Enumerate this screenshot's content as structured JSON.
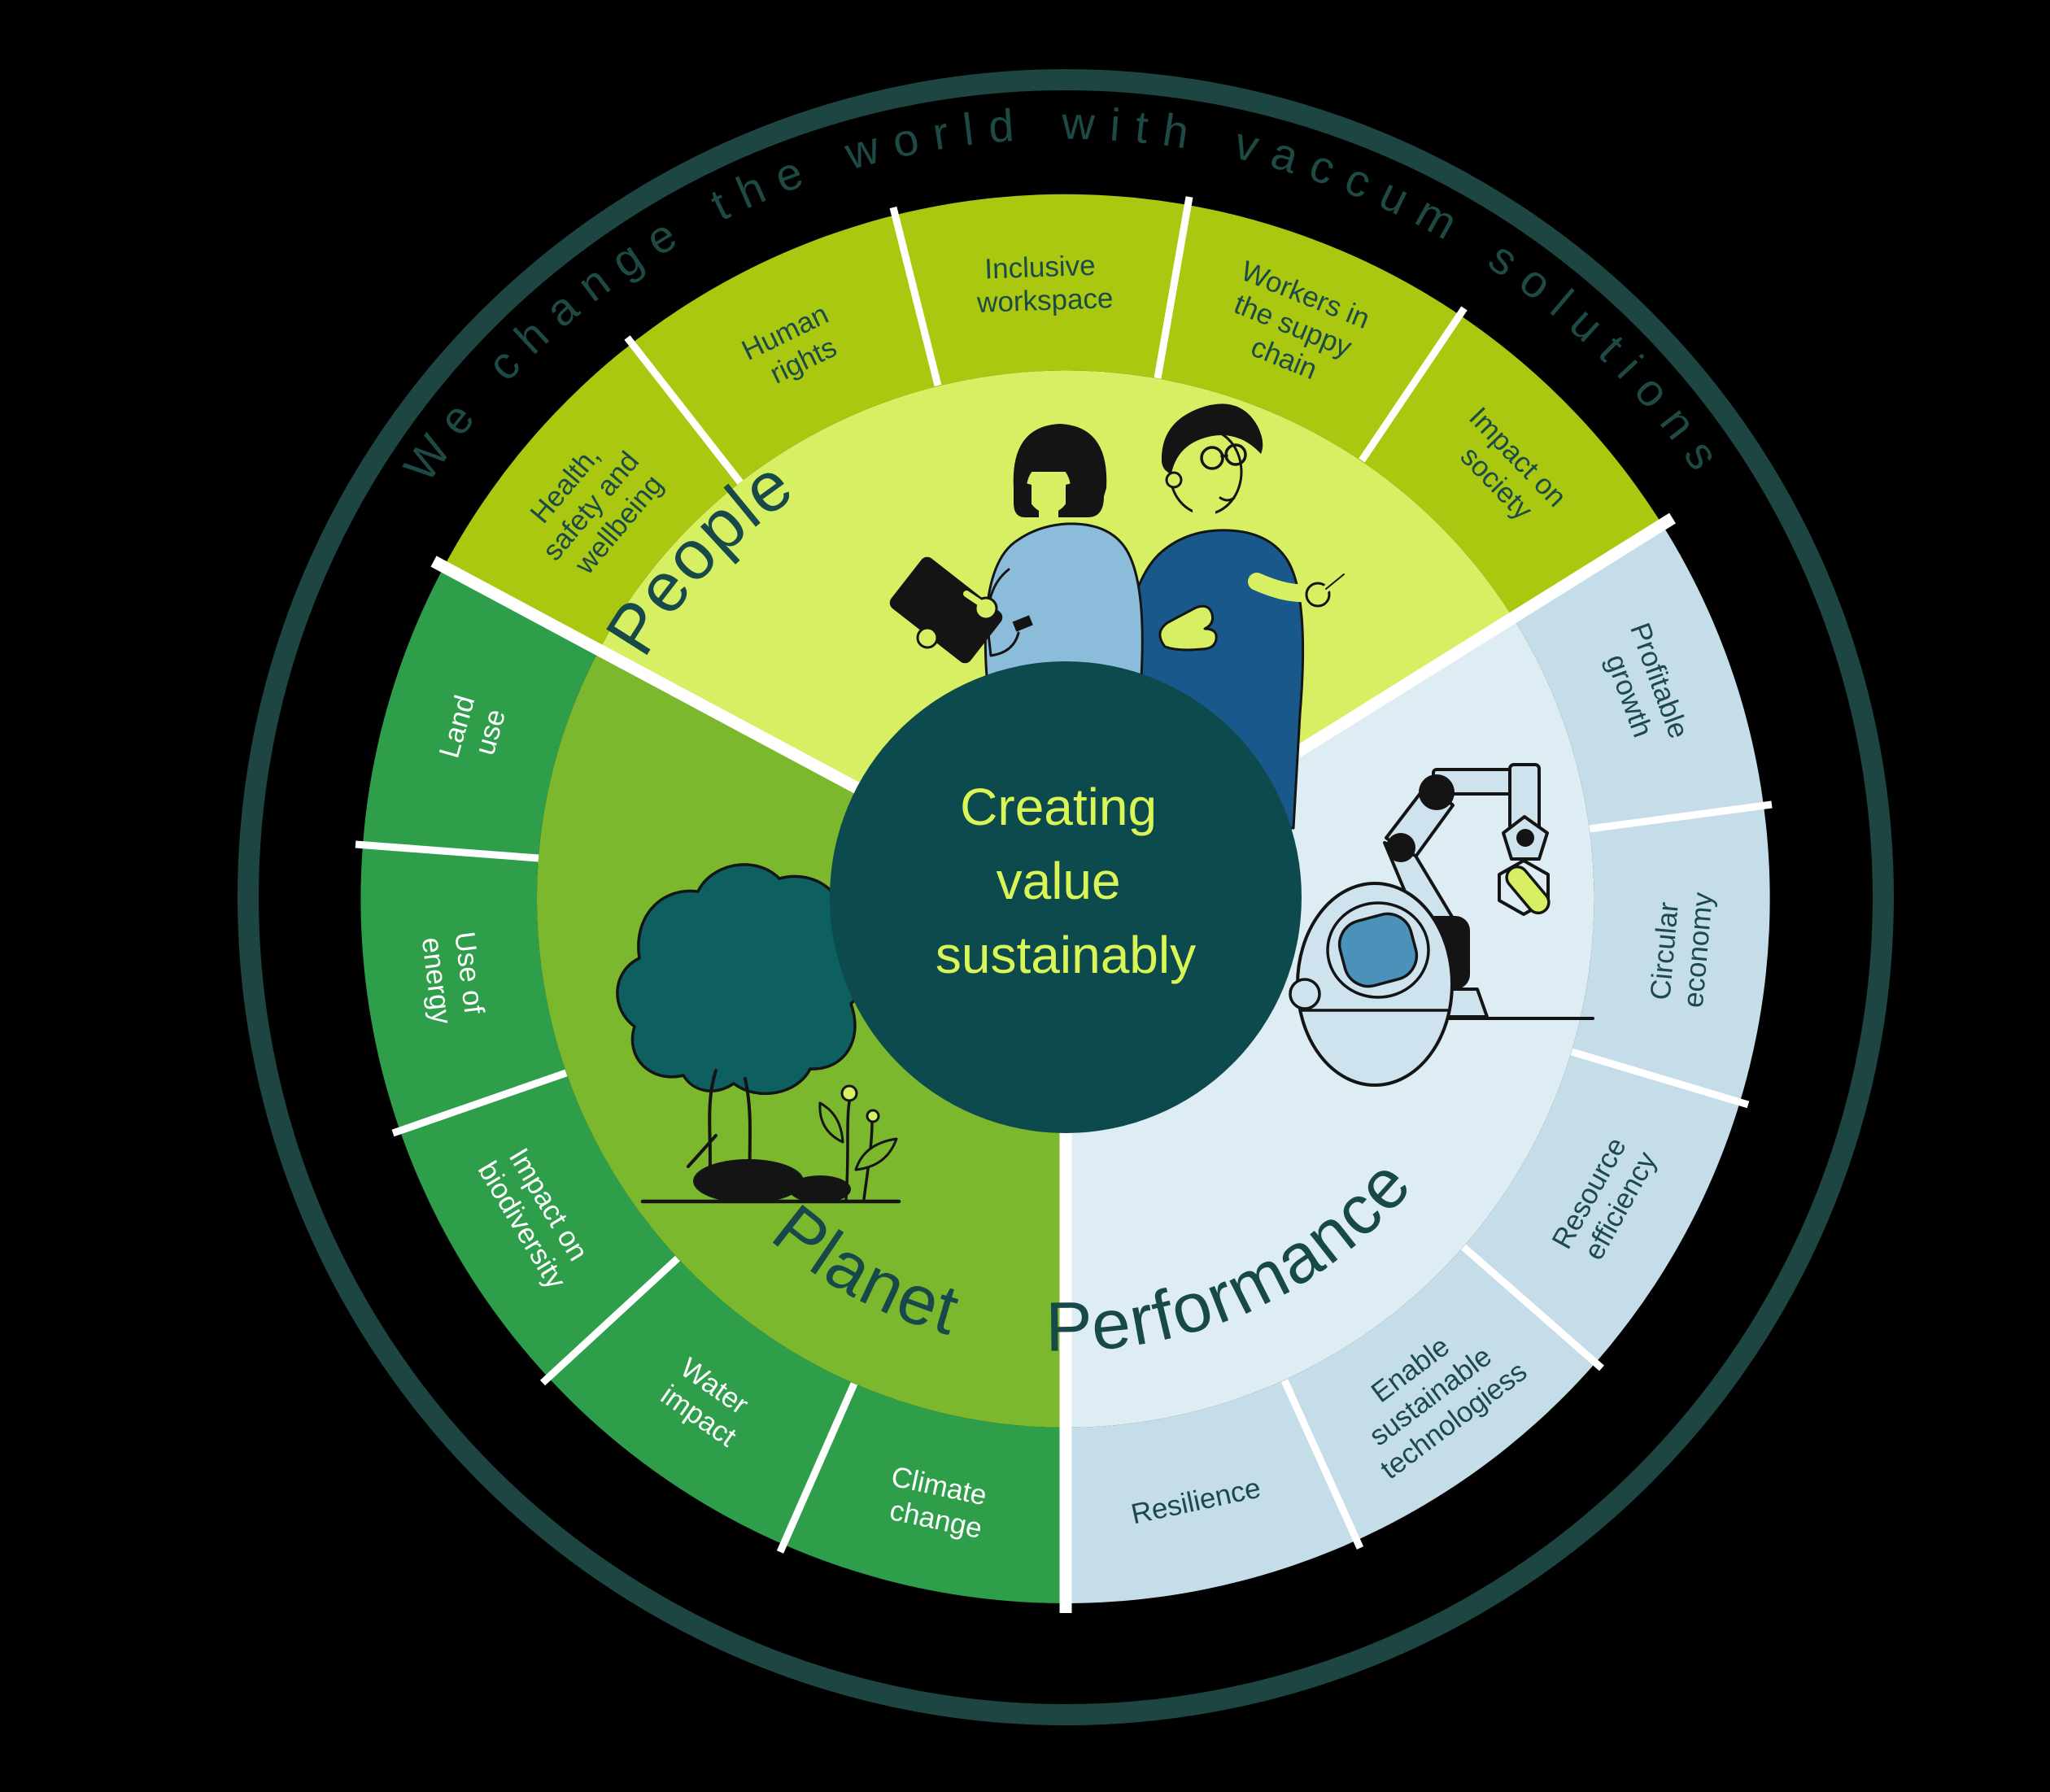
{
  "diagram": {
    "tagline": "We change the world with vaccum solutions",
    "center": {
      "line1": "Creating",
      "line2": "value",
      "line3": "sustainably"
    },
    "colors": {
      "background": "#000000",
      "outer_ring": "#1d4643",
      "tagline_text": "#1e4a46",
      "center_circle": "#0d4a4e",
      "center_text": "#d9f556",
      "label_dark": "#1b4a49",
      "label_light": "#ffffff",
      "people_band": "#a9c80f",
      "people_inner": "#d7ef63",
      "performance_band": "#c4dde8",
      "performance_inner": "#ddedf3",
      "planet_band": "#2f9e4b",
      "planet_inner": "#7cb82d",
      "skin": "#d7ef63",
      "woman_top": "#8bbcd9",
      "man_shirt": "#19588a",
      "tablet": "#141414",
      "tree_canopy": "#0d5f60",
      "robot_fill": "#cfe3ee",
      "pod_window": "#4a92ba",
      "capsule": "#d7ef63"
    },
    "sections": [
      {
        "id": "people",
        "title": "People",
        "segments": [
          {
            "lines": [
              "Health,",
              "safety and",
              "wellbeing"
            ]
          },
          {
            "lines": [
              "Human",
              "rights"
            ]
          },
          {
            "lines": [
              "Inclusive",
              "workspace"
            ]
          },
          {
            "lines": [
              "Workers in",
              "the suppy",
              "chain"
            ]
          },
          {
            "lines": [
              "Impact on",
              "society"
            ]
          }
        ]
      },
      {
        "id": "performance",
        "title": "Performance",
        "segments": [
          {
            "lines": [
              "Profitable",
              "growth"
            ]
          },
          {
            "lines": [
              "Circular",
              "economy"
            ]
          },
          {
            "lines": [
              "Resource",
              "efficiency"
            ]
          },
          {
            "lines": [
              "Enable",
              "sustainable",
              "technologiess"
            ]
          },
          {
            "lines": [
              "Resilience"
            ]
          }
        ]
      },
      {
        "id": "planet",
        "title": "Planet",
        "segments": [
          {
            "lines": [
              "Climate",
              "change"
            ]
          },
          {
            "lines": [
              "Water",
              "impact"
            ]
          },
          {
            "lines": [
              "Impact on",
              "biodiversity"
            ]
          },
          {
            "lines": [
              "Use of",
              "energy"
            ]
          },
          {
            "lines": [
              "Land",
              "use"
            ]
          }
        ]
      }
    ]
  }
}
